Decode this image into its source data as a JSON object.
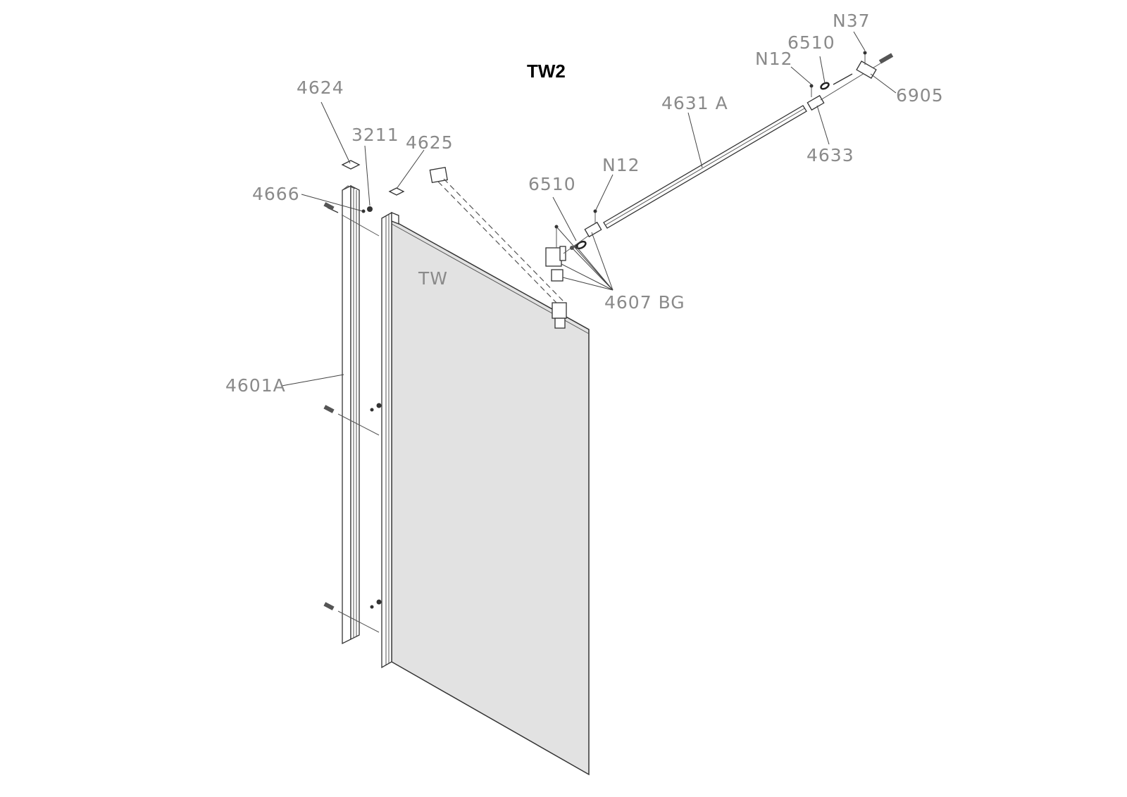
{
  "title": "TW2",
  "labels": {
    "p4624": "4624",
    "p3211": "3211",
    "p4625": "4625",
    "p4666": "4666",
    "p4601a": "4601A",
    "tw": "TW",
    "p6510_left": "6510",
    "n12_left": "N12",
    "p4607bg": "4607 BG",
    "p4631a": "4631 A",
    "p4633": "4633",
    "p6905": "6905",
    "n12_right": "N12",
    "p6510_right": "6510",
    "n37": "N37"
  },
  "colors": {
    "glass": "#e2e2e2",
    "label": "#8a8a8a"
  }
}
